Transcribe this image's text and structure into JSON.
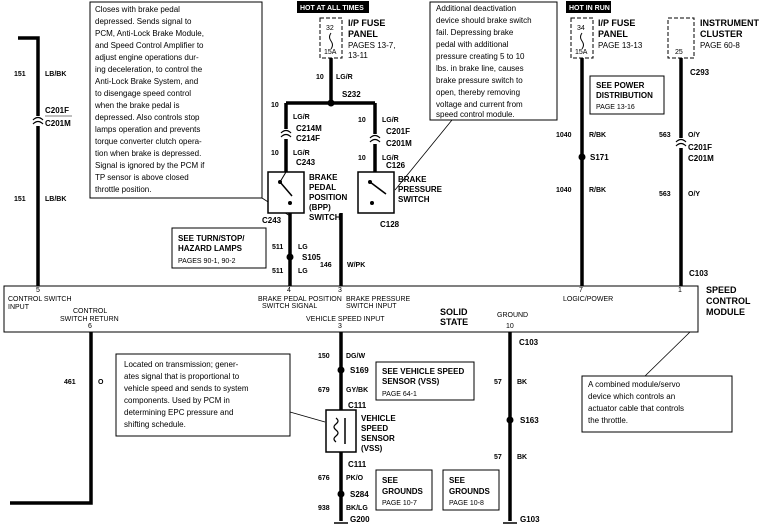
{
  "notes": {
    "bpp": [
      "Closes with brake pedal",
      "depressed.  Sends signal to",
      "PCM, Anti-Lock Brake Module,",
      "and Speed Control Amplifier to",
      "adjust engine operations dur-",
      "ing deceleration, to control the",
      "Anti-Lock Brake System, and",
      "to disengage speed control",
      "when the brake pedal is",
      "depressed.  Also controls stop",
      "lamps operation and prevents",
      "torque converter clutch opera-",
      "tion when brake is depressed.",
      "Signal is ignored by the PCM if",
      "TP sensor is above closed",
      "throttle position."
    ],
    "deact": [
      "Additional deactivation",
      "device should brake switch",
      "fail.  Depressing brake",
      "pedal with additional",
      "pressure creating 5 to 10",
      "lbs. in brake line, causes",
      "brake pressure switch to",
      "open, thereby removing",
      "voltage and current from",
      "speed control module."
    ],
    "vss": [
      "Located on transmission; gener-",
      "ates signal that is proportional to",
      "vehicle speed and sends to system",
      "components.  Used by PCM in",
      "determining EPC pressure and",
      "shifting schedule."
    ],
    "module": [
      "A combined module/servo",
      "device which controls an",
      "actuator cable that controls",
      "the throttle."
    ]
  },
  "badges": {
    "hot_all": "HOT AT ALL TIMES",
    "hot_run": "HOT IN RUN"
  },
  "fuse_panel": {
    "left_title": [
      "I/P FUSE",
      "PANEL"
    ],
    "left_pages": [
      "PAGES 13-7,",
      "13-11"
    ],
    "right_title": [
      "I/P FUSE",
      "PANEL"
    ],
    "right_pages": [
      "PAGE 13-13"
    ],
    "fuse1_num": "32",
    "fuse1_amp": "15A",
    "fuse2_num": "34",
    "fuse2_amp": "15A",
    "fuse3_num": "25"
  },
  "cluster": {
    "title": [
      "INSTRUMENT",
      "CLUSTER"
    ],
    "page": "PAGE 60-8"
  },
  "refs": {
    "power": {
      "title": [
        "SEE POWER",
        "DISTRIBUTION"
      ],
      "page": "PAGE 13-16"
    },
    "turn": {
      "title": [
        "SEE TURN/STOP/",
        "HAZARD LAMPS"
      ],
      "page": "PAGES 90-1, 90-2"
    },
    "vss": {
      "title": [
        "SEE VEHICLE SPEED",
        "SENSOR (VSS)"
      ],
      "page": "PAGE 64-1"
    },
    "grounds1": {
      "title": [
        "SEE",
        "GROUNDS"
      ],
      "page": "PAGE 10-7"
    },
    "grounds2": {
      "title": [
        "SEE",
        "GROUNDS"
      ],
      "page": "PAGE 10-8"
    }
  },
  "bpp_switch": [
    "BRAKE",
    "PEDAL",
    "POSITION",
    "(BPP)",
    "SWITCH"
  ],
  "bps_switch": [
    "BRAKE",
    "PRESSURE",
    "SWITCH"
  ],
  "vss_label": [
    "VEHICLE",
    "SPEED",
    "SENSOR",
    "(VSS)"
  ],
  "module": {
    "title": [
      "SPEED",
      "CONTROL",
      "MODULE"
    ],
    "solid_state": [
      "SOLID",
      "STATE"
    ],
    "pins": {
      "p5": "5",
      "p6": "6",
      "p4": "4",
      "p3a": "3",
      "p3b": "3",
      "p10": "10",
      "p7": "7",
      "p1": "1"
    },
    "pin_labels": {
      "cs_input": [
        "CONTROL SWITCH",
        "INPUT"
      ],
      "cs_return": [
        "CONTROL",
        "SWITCH RETURN"
      ],
      "bpp_sig": [
        "BRAKE PEDAL POSITION",
        "SWITCH SIGNAL"
      ],
      "bps_input": [
        "BRAKE PRESSURE",
        "SWITCH INPUT"
      ],
      "vss_input": "VEHICLE SPEED INPUT",
      "ground": "GROUND",
      "logic": "LOGIC/POWER"
    }
  },
  "wires": {
    "w151a": "151",
    "lbbk_a": "LB/BK",
    "w151b": "151",
    "lbbk_b": "LB/BK",
    "w10a": "10",
    "lgr_a": "LG/R",
    "w10b": "10",
    "lgr_b": "LG/R",
    "w10c": "10",
    "lgr_c": "LG/R",
    "w10d": "10",
    "lgr_d": "LG/R",
    "w10e": "10",
    "lgr_e": "LG/R",
    "w1040a": "1040",
    "rbk_a": "R/BK",
    "w1040b": "1040",
    "rbk_b": "R/BK",
    "w563a": "563",
    "oy_a": "O/Y",
    "w563b": "563",
    "oy_b": "O/Y",
    "w511a": "511",
    "lg_a": "LG",
    "w511b": "511",
    "lg_b": "LG",
    "w146": "146",
    "wpk": "W/PK",
    "w461": "461",
    "o": "O",
    "w150": "150",
    "dgw": "DG/W",
    "w679": "679",
    "gybk": "GY/BK",
    "w676": "676",
    "pko": "PK/O",
    "w938": "938",
    "bklg": "BK/LG",
    "w57a": "57",
    "bk_a": "BK",
    "w57b": "57",
    "bk_b": "BK"
  },
  "connectors": {
    "c201f_l": "C201F",
    "c201m_l": "C201M",
    "s232": "S232",
    "c214m": "C214M",
    "c214f": "C214F",
    "c243a": "C243",
    "c243b": "C243",
    "c201f_m": "C201F",
    "c201m_m": "C201M",
    "c126a": "C126",
    "c128": "C128",
    "s171": "S171",
    "c293": "C293",
    "c201f_r": "C201F",
    "c201m_r": "C201M",
    "c103a": "C103",
    "s105": "S105",
    "c103b": "C103",
    "s169": "S169",
    "c111a": "C111",
    "c111b": "C111",
    "s163": "S163",
    "s284": "S284",
    "g200": "G200",
    "g103": "G103"
  }
}
